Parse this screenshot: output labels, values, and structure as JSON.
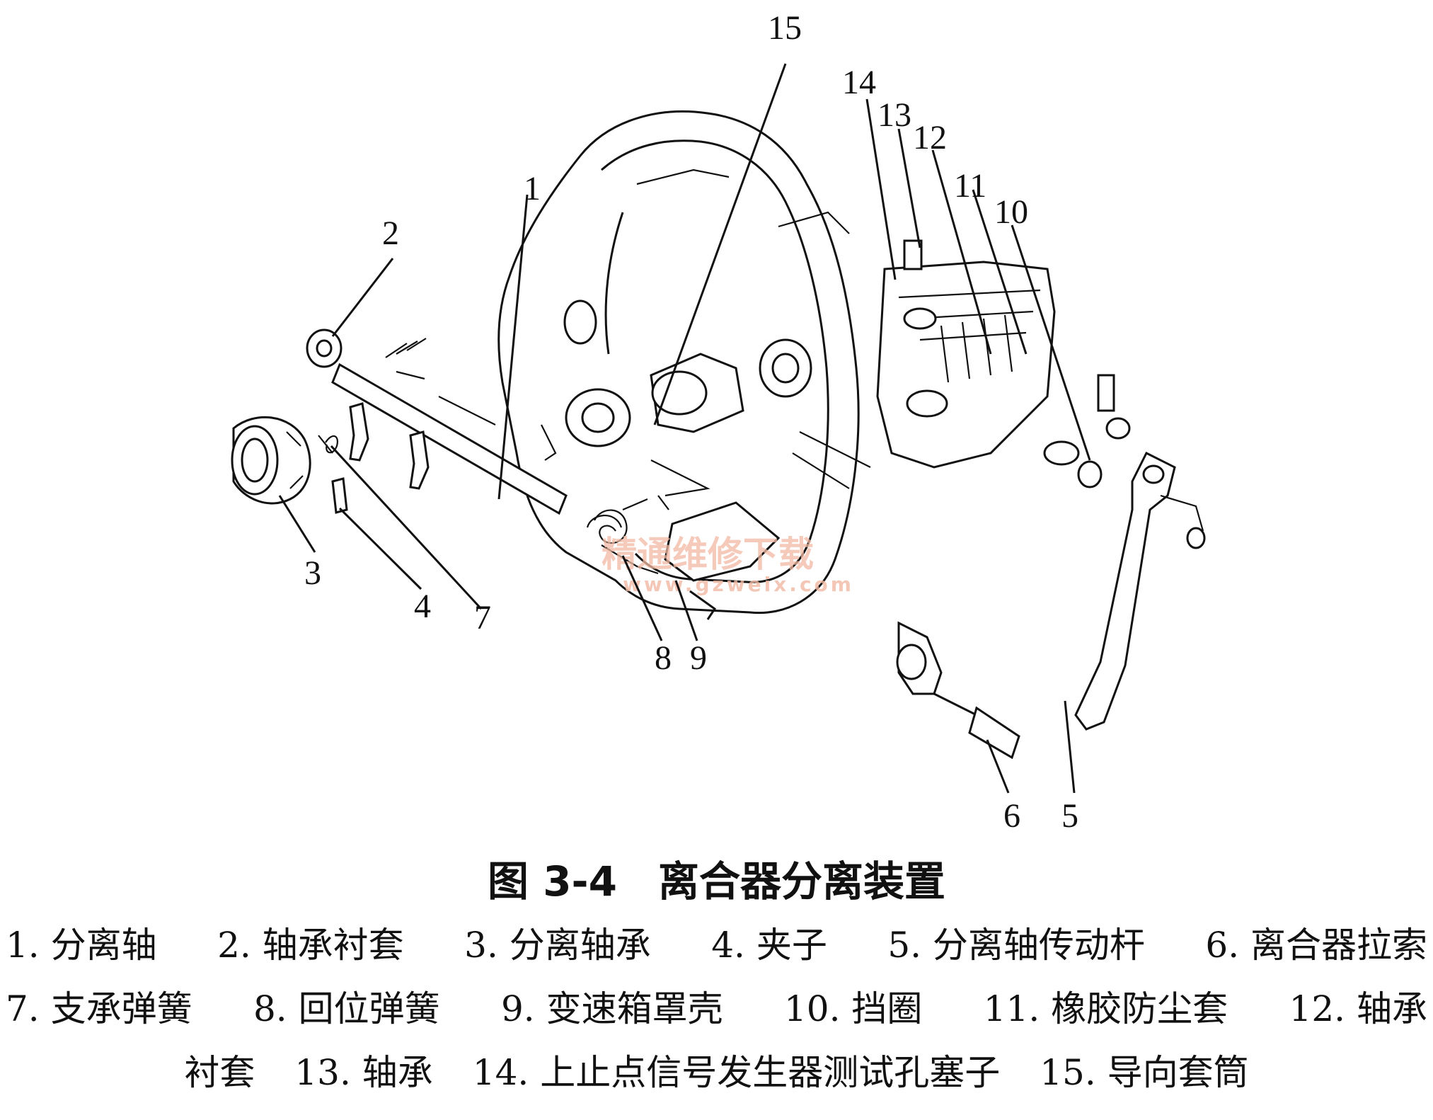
{
  "figure": {
    "caption": "图 3-4　离合器分离装置",
    "watermark": {
      "text": "精通维修下载",
      "url": "www.gzweix.com"
    },
    "part_labels": [
      {
        "id": "1",
        "text": "1"
      },
      {
        "id": "2",
        "text": "2"
      },
      {
        "id": "3",
        "text": "3"
      },
      {
        "id": "4",
        "text": "4"
      },
      {
        "id": "5",
        "text": "5"
      },
      {
        "id": "6",
        "text": "6"
      },
      {
        "id": "7",
        "text": "7"
      },
      {
        "id": "8",
        "text": "8"
      },
      {
        "id": "9",
        "text": "9"
      },
      {
        "id": "10",
        "text": "10"
      },
      {
        "id": "11",
        "text": "11"
      },
      {
        "id": "12",
        "text": "12"
      },
      {
        "id": "13",
        "text": "13"
      },
      {
        "id": "14",
        "text": "14"
      },
      {
        "id": "15",
        "text": "15"
      }
    ],
    "legend_lines": [
      [
        "1. 分离轴",
        "2. 轴承衬套",
        "3. 分离轴承",
        "4. 夹子",
        "5. 分离轴传动杆",
        "6. 离合器拉索"
      ],
      [
        "7. 支承弹簧",
        "8. 回位弹簧",
        "9. 变速箱罩壳",
        "10. 挡圈",
        "11. 橡胶防尘套",
        "12. 轴承"
      ],
      [
        "衬套",
        "13. 轴承",
        "14. 上止点信号发生器测试孔塞子",
        "15. 导向套筒"
      ]
    ]
  }
}
